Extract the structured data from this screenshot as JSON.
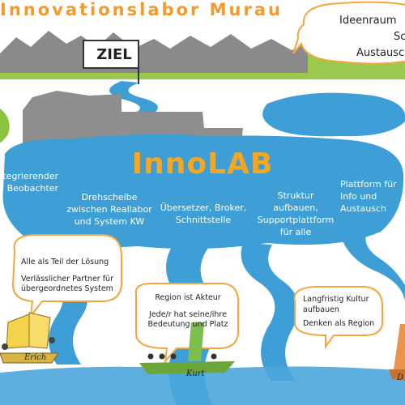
{
  "title": "Innovationslabor Murau",
  "top_bubble": {
    "line1": "Ideenraum",
    "line2": "Sc",
    "line3": "Austausch"
  },
  "goal_flag": "ZIEL",
  "center_label": "InnoLAB",
  "roles": [
    {
      "line1": "Integrierender",
      "line2": "Beobachter",
      "line3": ""
    },
    {
      "line1": "Drehscheibe",
      "line2": "zwischen Reallabor",
      "line3": "und System KW"
    },
    {
      "line1": "Übersetzer, Broker,",
      "line2": "Schnittstelle",
      "line3": ""
    },
    {
      "line1": "Struktur",
      "line2": "aufbauen,",
      "line3": "Supportplattform",
      "line4": "für alle"
    },
    {
      "line1": "Plattform für",
      "line2": "Info und",
      "line3": "Austausch"
    }
  ],
  "notes": {
    "left": {
      "line1": "Alle als Teil der Lösung",
      "line2": "Verlässlicher Partner für",
      "line3": "übergeordnetes System"
    },
    "middle": {
      "line1": "Region ist Akteur",
      "line2": "Jede/r hat seine/ihre",
      "line3": "Bedeutung und Platz"
    },
    "right": {
      "line1": "Langfristig Kultur",
      "line2": "aufbauen",
      "line3": "Denken als Region"
    }
  },
  "boats": {
    "left": "Erich",
    "middle": "Kurt",
    "right": "D"
  },
  "colors": {
    "title": "#f39a2e",
    "water": "#3e9fd6",
    "bubble_border": "#f3a640",
    "center_label": "#f5a623"
  }
}
